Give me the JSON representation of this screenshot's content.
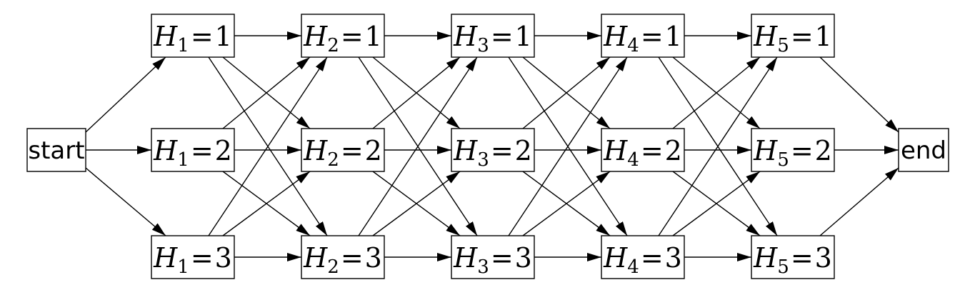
{
  "diagram": {
    "start_label": "start",
    "end_label": "end",
    "variable": "H",
    "equals": "=",
    "stages": [
      "1",
      "2",
      "3",
      "4",
      "5"
    ],
    "states": [
      "1",
      "2",
      "3"
    ]
  }
}
